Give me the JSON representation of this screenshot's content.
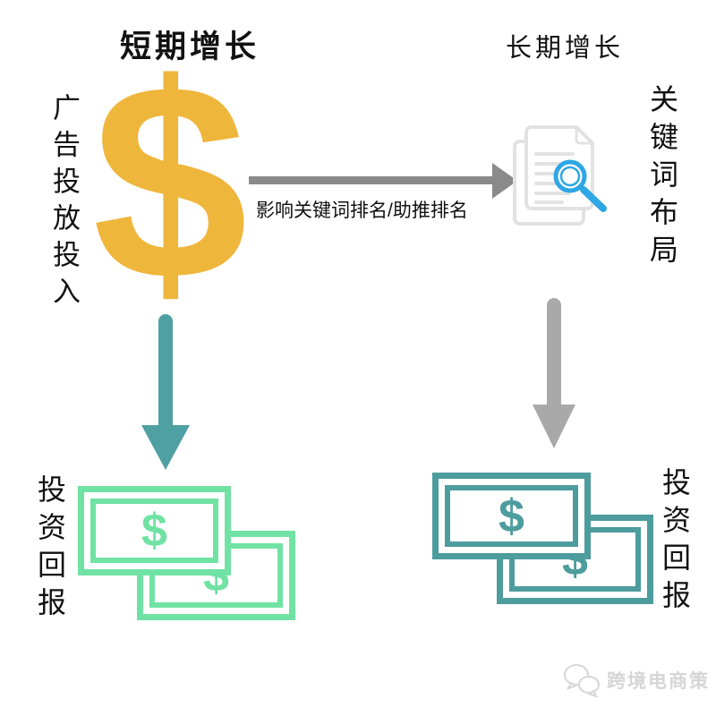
{
  "titles": {
    "left": "短期增长",
    "right": "长期增长"
  },
  "glyphs": {
    "dollar": "$"
  },
  "labels": {
    "ad_input": "广告投放投入",
    "arrow_caption": "影响关键词排名/助推排名",
    "keyword_layout": "关键词布局",
    "roi_left": "投资回报",
    "roi_right": "投资回报"
  },
  "watermark": {
    "text": "跨境电商策"
  },
  "icons": {
    "dollar_big": "dollar-sign",
    "document_search": "document-with-magnifier",
    "arrow_right": "horizontal-right-arrow",
    "arrow_down_left": "teal-down-arrow",
    "arrow_down_right": "gray-down-arrow",
    "money_left": "green-banknotes",
    "money_right": "teal-banknotes",
    "watermark_icon": "chat-bubbles"
  },
  "colors": {
    "gold": "#EFB63C",
    "teal_arrow": "#4FA0A3",
    "gray_arrow": "#A9A9A9",
    "harrow_gray": "#8A8A8A",
    "mint_note": "#70E2A3",
    "teal_note": "#4D9C9E",
    "doc_outline": "#E2E2E2",
    "magnifier_blue": "#2FA7E4",
    "watermark_gray": "#D6D6D6",
    "text": "#111111"
  }
}
